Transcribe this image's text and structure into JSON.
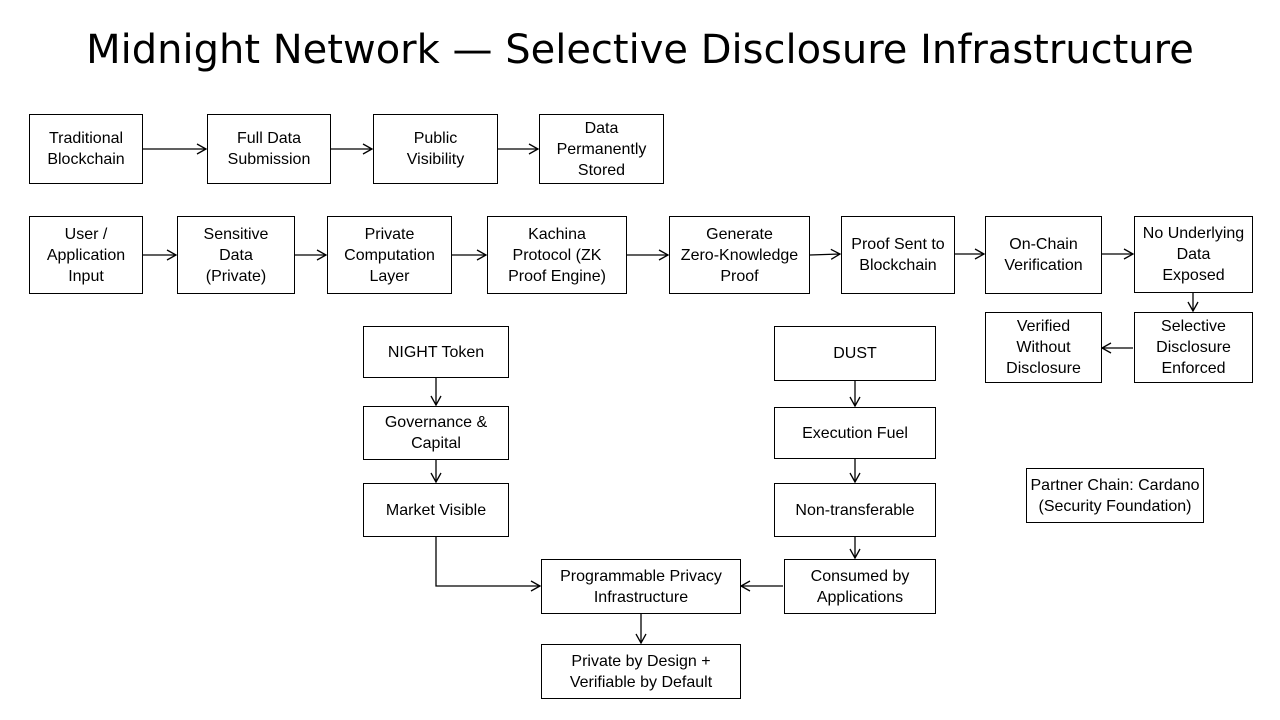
{
  "title": "Midnight Network — Selective Disclosure Infrastructure",
  "traditional_flow": {
    "traditional_blockchain": "Traditional\nBlockchain",
    "full_data_submission": "Full Data\nSubmission",
    "public_visibility": "Public\nVisibility",
    "data_permanently_stored": "Data\nPermanently\nStored"
  },
  "midnight_flow": {
    "user_input": "User /\nApplication\nInput",
    "sensitive_data": "Sensitive\nData\n(Private)",
    "private_computation": "Private\nComputation\nLayer",
    "kachina_protocol": "Kachina\nProtocol (ZK\nProof Engine)",
    "generate_zk_proof": "Generate\nZero-Knowledge\nProof",
    "proof_sent": "Proof Sent to\nBlockchain",
    "onchain_verification": "On-Chain\nVerification",
    "no_data_exposed": "No Underlying\nData\nExposed",
    "selective_disclosure": "Selective\nDisclosure\nEnforced",
    "verified_without_disclosure": "Verified\nWithout\nDisclosure"
  },
  "night_flow": {
    "night_token": "NIGHT Token",
    "governance": "Governance &\nCapital",
    "market_visible": "Market Visible"
  },
  "dust_flow": {
    "dust": "DUST",
    "execution_fuel": "Execution Fuel",
    "non_transferable": "Non-transferable",
    "consumed": "Consumed by\nApplications"
  },
  "outcome": {
    "programmable_privacy": "Programmable Privacy\nInfrastructure",
    "private_by_design": "Private by Design +\nVerifiable by Default"
  },
  "partner_chain": "Partner Chain: Cardano\n(Security Foundation)"
}
